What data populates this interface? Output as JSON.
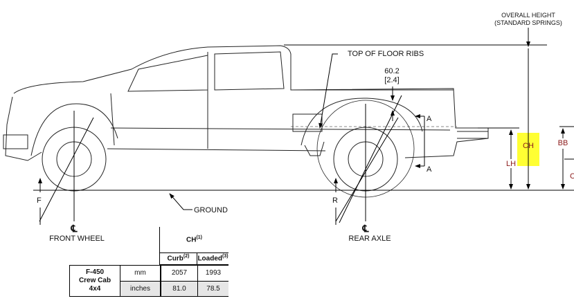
{
  "labels": {
    "overall_height_line1": "OVERALL HEIGHT",
    "overall_height_line2": "(STANDARD SPRINGS)",
    "top_of_floor_ribs": "TOP OF FLOOR RIBS",
    "rib_dim_mm": "60.2",
    "rib_dim_in": "[2.4]",
    "section_a_top": "A",
    "section_a_bottom": "A",
    "ch": "CH",
    "lh": "LH",
    "bb": "BB",
    "cut_off_label": "C",
    "f": "F",
    "r": "R",
    "ground": "GROUND",
    "centerline_symbol": "℄",
    "front_wheel": "FRONT WHEEL",
    "rear_axle": "REAR AXLE"
  },
  "highlight_color": "#ffff33",
  "table": {
    "header": "CH",
    "header_note": "(1)",
    "columns": [
      {
        "label": "Curb",
        "note": "(2)"
      },
      {
        "label": "Loaded",
        "note": "(3)"
      }
    ],
    "model_line1": "F-450",
    "model_line2": "Crew Cab",
    "model_line3": "4x4",
    "rows": [
      {
        "unit": "mm",
        "curb": "2057",
        "loaded": "1993"
      },
      {
        "unit": "inches",
        "curb": "81.0",
        "loaded": "78.5"
      }
    ]
  }
}
